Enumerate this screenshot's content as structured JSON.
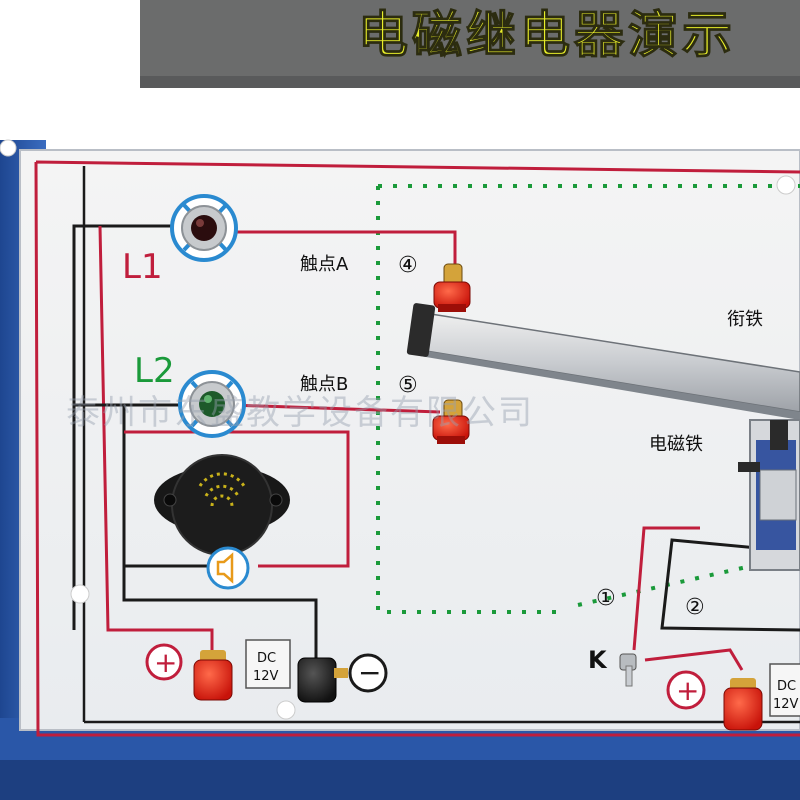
{
  "panel": {
    "title": "电磁继电器演示",
    "lamps": {
      "l1": "L1",
      "l2": "L2"
    },
    "contacts": {
      "a_label": "触点A",
      "a_number": "④",
      "b_label": "触点B",
      "b_number": "⑤"
    },
    "armature_label": "衔铁",
    "electromagnet_label": "电磁铁",
    "terminals": {
      "num1": "①",
      "num2": "②"
    },
    "switch_label": "K",
    "power_left": {
      "line1": "DC",
      "line2": "12V",
      "plus": "+",
      "minus": "−"
    },
    "power_right": {
      "line1": "DC",
      "line2": "12V",
      "plus": "+"
    }
  },
  "watermark": "泰州市东盛教学设备有限公司",
  "colors": {
    "frame": "#2a57a8",
    "wire_red": "#c01e3c",
    "wire_black": "#1a1a1a",
    "dotted_green": "#1a9a3a",
    "title_yellow": "#e8ee2a",
    "lamp_ring": "#2a8ad0"
  }
}
